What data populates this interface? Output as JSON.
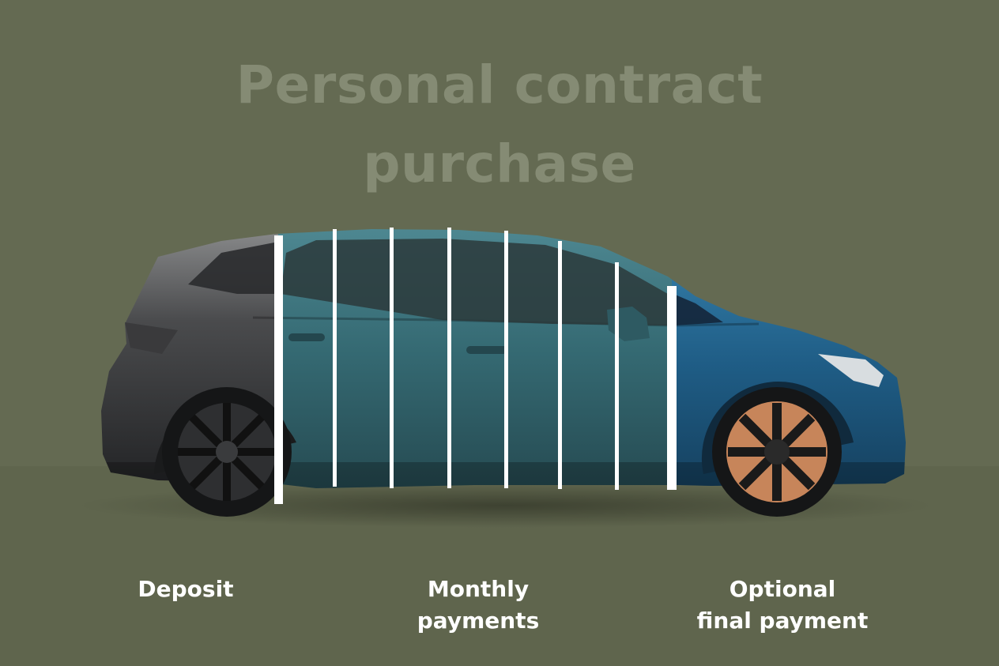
{
  "title": {
    "line1": "Personal contract",
    "line2": "purchase"
  },
  "labels": {
    "deposit": "Deposit",
    "monthly": {
      "line1": "Monthly",
      "line2": "payments"
    },
    "final": {
      "line1": "Optional",
      "line2": "final payment"
    }
  },
  "colors": {
    "background": "#646a52",
    "title_text": "#858b74",
    "label_text": "#ffffff",
    "deposit_section": "#2b2c2e",
    "monthly_section": "#3a6e78",
    "final_section": "#1f5d86",
    "final_wheel_accent": "#c7855a"
  }
}
